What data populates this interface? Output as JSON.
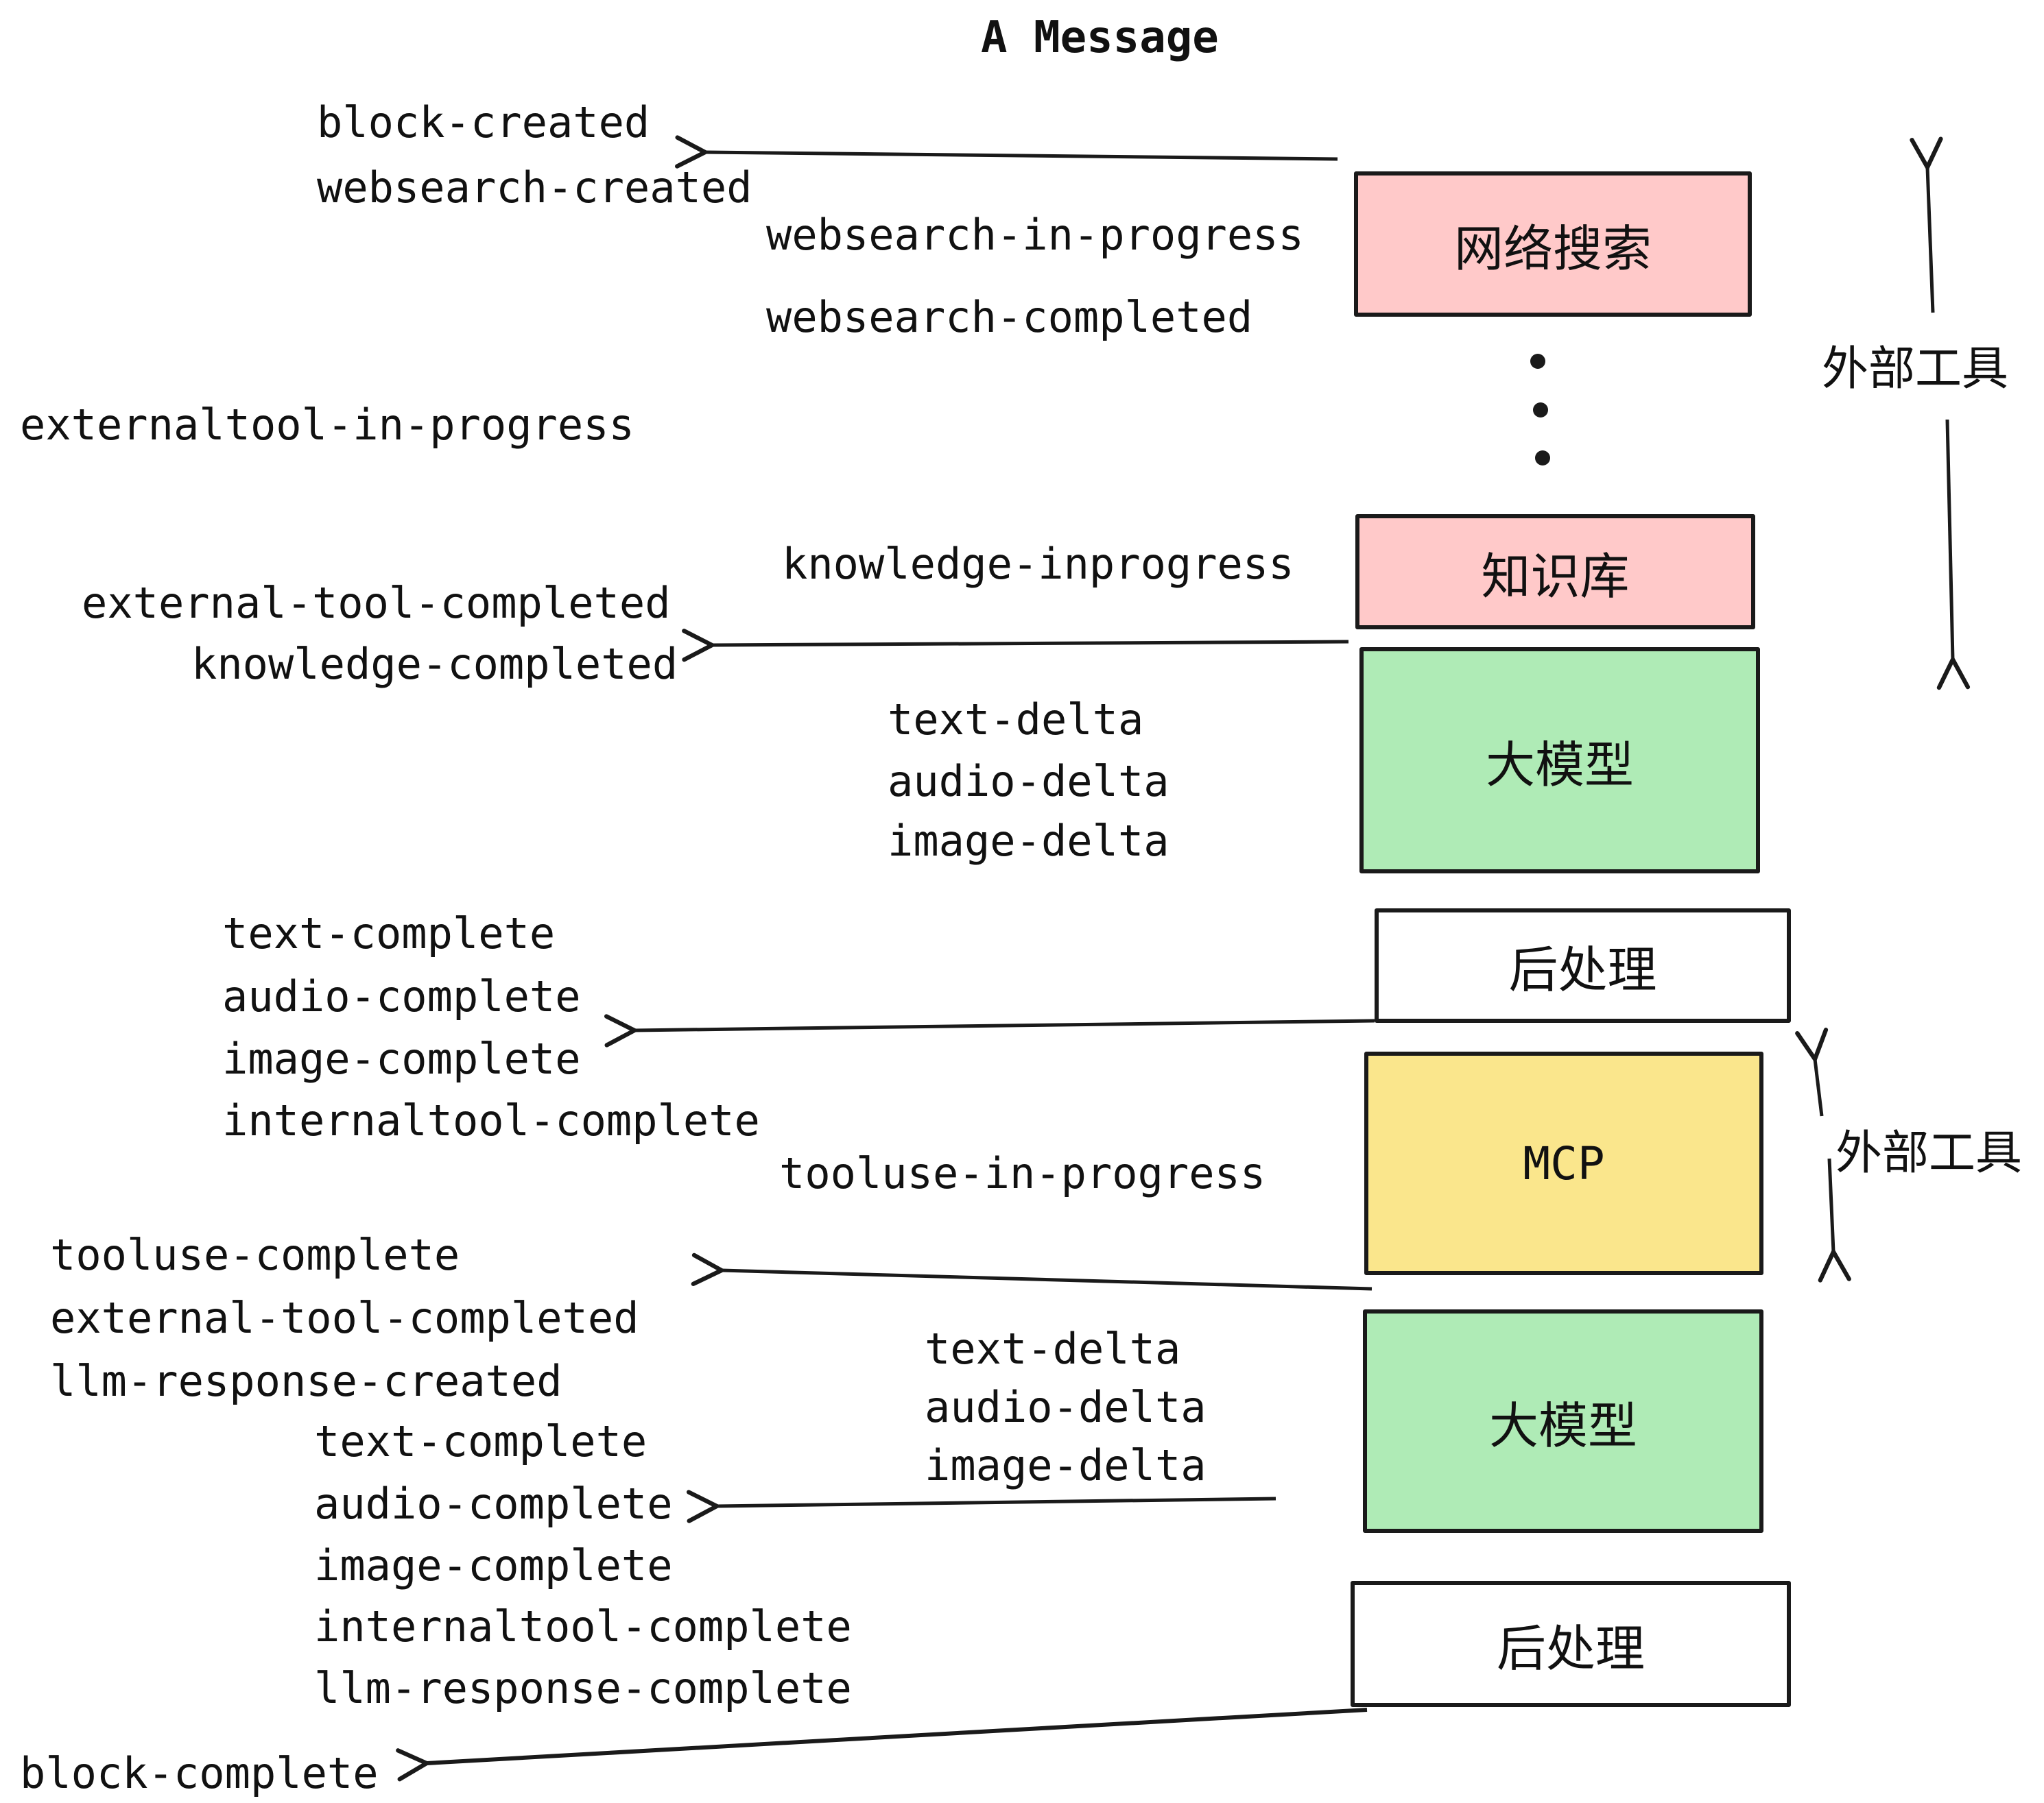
{
  "title": "A Message",
  "colors": {
    "pink": "#FFC9C9",
    "green": "#AFEBB6",
    "yellow": "#FAE68C",
    "white": "#FFFFFF",
    "line": "#1A1A1A"
  },
  "nodes": [
    {
      "id": "websearch",
      "label": "网络搜索",
      "color": "#FFC9C9"
    },
    {
      "id": "knowledge",
      "label": "知识库",
      "color": "#FFC9C9"
    },
    {
      "id": "llm-1",
      "label": "大模型",
      "color": "#AFEBB6"
    },
    {
      "id": "postprocess-1",
      "label": "后处理",
      "color": "#FFFFFF"
    },
    {
      "id": "mcp",
      "label": "MCP",
      "color": "#FAE68C"
    },
    {
      "id": "llm-2",
      "label": "大模型",
      "color": "#AFEBB6"
    },
    {
      "id": "postprocess-2",
      "label": "后处理",
      "color": "#FFFFFF"
    }
  ],
  "side_labels": [
    {
      "label": "外部工具"
    },
    {
      "label": "外部工具"
    }
  ],
  "events": [
    {
      "label": "block-created"
    },
    {
      "label": "websearch-created"
    },
    {
      "label": "websearch-in-progress"
    },
    {
      "label": "websearch-completed"
    },
    {
      "label": "externaltool-in-progress"
    },
    {
      "label": "knowledge-inprogress"
    },
    {
      "label": "external-tool-completed"
    },
    {
      "label": "knowledge-completed"
    },
    {
      "label": "text-delta"
    },
    {
      "label": "audio-delta"
    },
    {
      "label": "image-delta"
    },
    {
      "label": "text-complete"
    },
    {
      "label": "audio-complete"
    },
    {
      "label": "image-complete"
    },
    {
      "label": "internaltool-complete"
    },
    {
      "label": "tooluse-in-progress"
    },
    {
      "label": "tooluse-complete"
    },
    {
      "label": "external-tool-completed"
    },
    {
      "label": "llm-response-created"
    },
    {
      "label": "text-complete"
    },
    {
      "label": "text-delta"
    },
    {
      "label": "audio-delta"
    },
    {
      "label": "image-delta"
    },
    {
      "label": "audio-complete"
    },
    {
      "label": "image-complete"
    },
    {
      "label": "internaltool-complete"
    },
    {
      "label": "llm-response-complete"
    },
    {
      "label": "block-complete"
    }
  ]
}
